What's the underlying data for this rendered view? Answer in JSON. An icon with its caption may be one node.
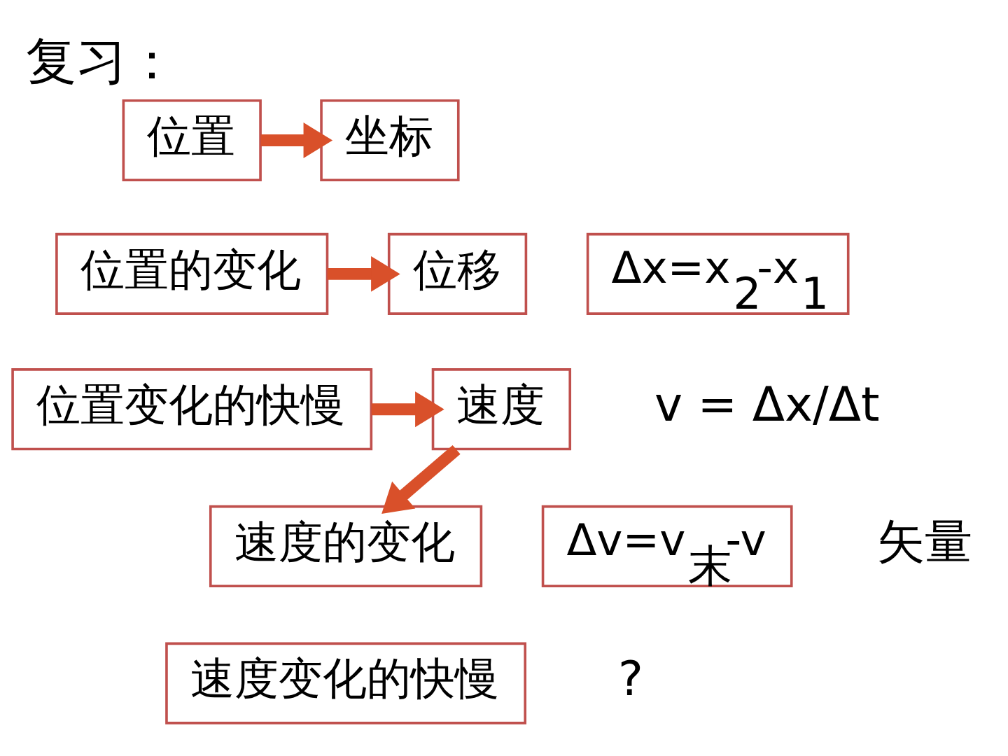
{
  "diagram": {
    "title": "复习：",
    "nodes": [
      {
        "text": [
          "位置"
        ]
      },
      {
        "text": [
          "坐标"
        ]
      },
      {
        "text": [
          "位置的变化"
        ]
      },
      {
        "text": [
          "位移"
        ]
      },
      {
        "text": [
          "Δx=x$_{2}$-x$_{1}$"
        ]
      },
      {
        "text": [
          "位置变化的快慢"
        ]
      },
      {
        "text": [
          "速度"
        ]
      },
      {
        "text": [
          "速度的变化"
        ]
      },
      {
        "text": [
          "Δv=v$_{末}$-v"
        ]
      },
      {
        "text": [
          "速度变化的快慢"
        ]
      }
    ],
    "edges": [
      {
        "from": 0,
        "to": 1,
        "arrow": "to"
      },
      {
        "from": 2,
        "to": 3,
        "arrow": "to"
      },
      {
        "from": 5,
        "to": 6,
        "arrow": "to"
      },
      {
        "from": 6,
        "to": 7,
        "arrow": "to"
      }
    ],
    "labels": [
      "v = Δx/Δt",
      "矢量",
      "?"
    ]
  }
}
